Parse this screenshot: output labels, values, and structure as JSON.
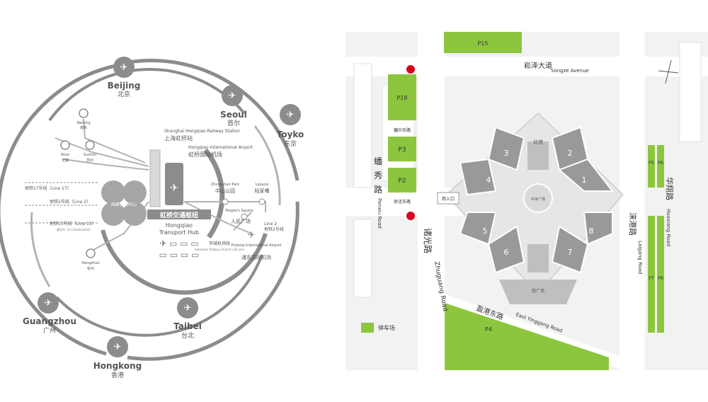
{
  "colors": {
    "green": "#8cc63f",
    "gray_dark": "#8c8c8c",
    "gray_mid": "#b3b3b3",
    "gray_light": "#d9d9d9",
    "road": "#e6e6e6",
    "building": "#999999"
  },
  "left_map": {
    "cities": {
      "beijing": {
        "en": "Beijing",
        "zh": "北京"
      },
      "seoul": {
        "en": "Seoul",
        "zh": "首尔"
      },
      "toyko": {
        "en": "Toyko",
        "zh": "东京"
      },
      "guangzhou": {
        "en": "Guangzhou",
        "zh": "广州"
      },
      "taibei": {
        "en": "Taibei",
        "zh": "台北"
      },
      "hongkong": {
        "en": "Hongkong",
        "zh": "香港"
      }
    },
    "stations": {
      "nanjing": {
        "en": "Nanjing",
        "zh": "南京"
      },
      "wuxi": {
        "en": "Wuxi",
        "zh": "无锡"
      },
      "suzhou": {
        "en": "Suzhou",
        "zh": "苏州"
      },
      "hangzhou": {
        "en": "Hangzhou",
        "zh": "杭州"
      },
      "railway_en": "Shanghai Hongqiao Railway Station",
      "railway_zh": "上海虹桥站",
      "airport_en": "Hongqiao International Airport",
      "airport_zh": "虹桥国际机场",
      "zhongshan_en": "Zhongshan Park",
      "zhongshan_zh": "中山公园",
      "lujiazui_en": "Lujiazui",
      "lujiazui_zh": "陆家嘴",
      "peoples_en": "People's Square",
      "peoples_zh": "人民广场",
      "pudong_en": "Pudong International Airport",
      "pudong_zh": "浦东国际机场",
      "maglev_zh": "市域机场线",
      "maglev_en": "Suburban Railway Airport Link Line"
    },
    "lines": {
      "line17": "地铁17号线（Line 17）",
      "line2": "地铁2号线（Line 2）",
      "line13": "地铁13号线（Line 13）",
      "line13_note": "建设中（in Construction）",
      "line2_right_en": "Line 2",
      "line2_right_zh": "地铁2号线"
    },
    "hub": {
      "zh": "虹桥交通枢纽",
      "en_1": "Hongqiao",
      "en_2": "Transport Hub"
    },
    "center_label": "国家会展中心"
  },
  "right_map": {
    "parking": {
      "p15": "P15",
      "p18": "P18",
      "p3": "P3",
      "p2": "P2",
      "p4": "P4",
      "p5": "P5",
      "p6": "P6",
      "p7": "P7",
      "p8": "P8"
    },
    "roads": {
      "songze_zh": "崧泽大道",
      "songze_en": "Songze Avenue",
      "panxiu_zh_1": "蟠",
      "panxiu_zh_2": "秀",
      "panxiu_zh_3": "路",
      "panxiu_en": "Panxiu Road",
      "zhuguang_zh": "诸光路",
      "zhuguang_en": "Zhuguang Road",
      "yinggang_zh": "盈港东路",
      "yinggang_en": "East Yinggang Road",
      "laigang_zh": "涞港路",
      "laigang_en": "Laigang Road",
      "huaxiang_zh": "华翔路",
      "huaxiang_en": "Huaxiang Road",
      "panzhong_zh": "蟠中东路",
      "panlong_zh": "徐泾东路"
    },
    "halls": {
      "h1": "1",
      "h2": "2",
      "h3": "3",
      "h4": "4",
      "h5": "5",
      "h6": "6",
      "h7": "7",
      "h8": "8"
    },
    "labels": {
      "north": "北馆",
      "center_plaza": "中央广场",
      "south_square": "南广场",
      "west_entrance": "西入口"
    },
    "legend": "停车场"
  }
}
